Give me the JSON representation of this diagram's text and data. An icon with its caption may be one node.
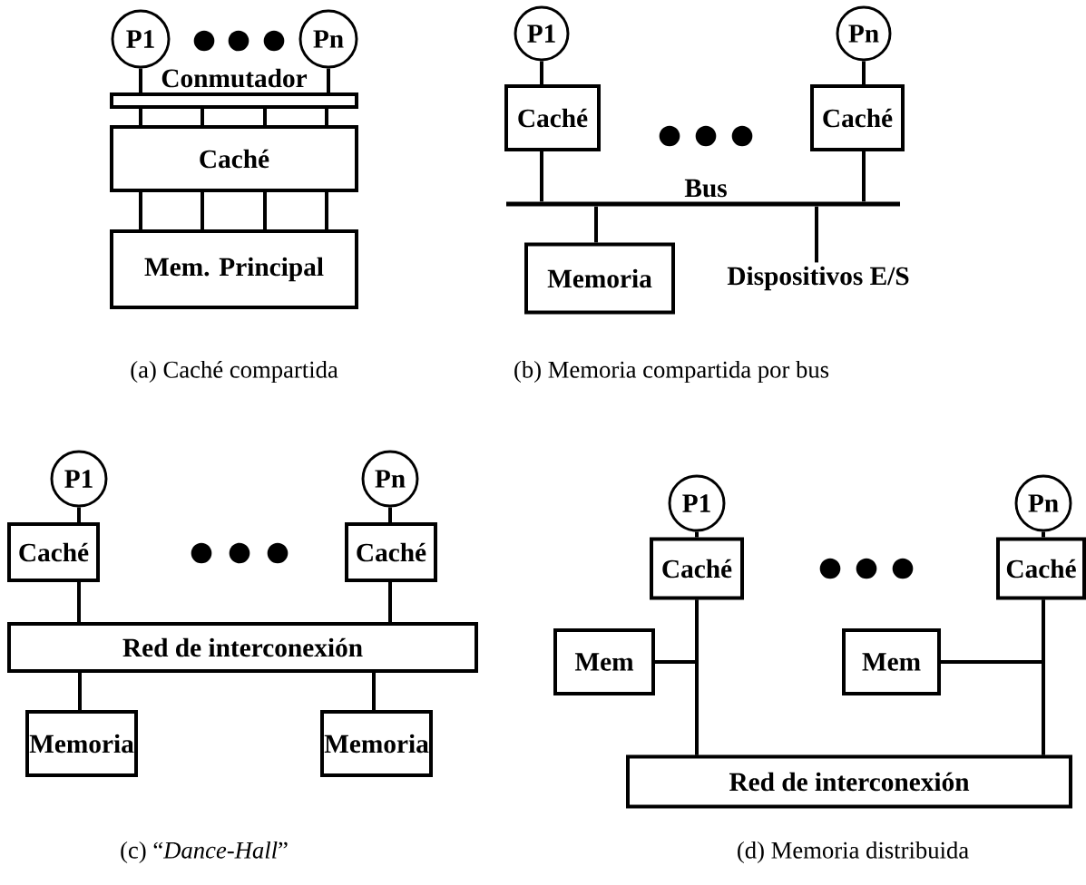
{
  "diagram": {
    "nodes": [
      {
        "text": [
          "P1"
        ]
      },
      {
        "text": [
          "Pn"
        ]
      },
      {
        "text": [
          "Conmutador"
        ]
      },
      {
        "text": [
          "Caché"
        ]
      },
      {
        "text": [
          "Mem. Principal"
        ]
      },
      {
        "text": [
          "P1"
        ]
      },
      {
        "text": [
          "Caché"
        ]
      },
      {
        "text": [
          "Pn"
        ]
      },
      {
        "text": [
          "Caché"
        ]
      },
      {
        "text": [
          "Bus"
        ]
      },
      {
        "text": [
          "Memoria"
        ]
      },
      {
        "text": [
          "Dispositivos E/S"
        ]
      },
      {
        "text": [
          "P1"
        ]
      },
      {
        "text": [
          "Caché"
        ]
      },
      {
        "text": [
          "Pn"
        ]
      },
      {
        "text": [
          "Caché"
        ]
      },
      {
        "text": [
          "Red de interconexión"
        ]
      },
      {
        "text": [
          "Memoria"
        ]
      },
      {
        "text": [
          "Memoria"
        ]
      },
      {
        "text": [
          "P1"
        ]
      },
      {
        "text": [
          "Caché"
        ]
      },
      {
        "text": [
          "Pn"
        ]
      },
      {
        "text": [
          "Caché"
        ]
      },
      {
        "text": [
          "Mem"
        ]
      },
      {
        "text": [
          "Mem"
        ]
      },
      {
        "text": [
          "Red de interconexión"
        ]
      }
    ],
    "edges": [
      {
        "from": 0,
        "to": 2,
        "arrow": "none"
      },
      {
        "from": 1,
        "to": 2,
        "arrow": "none"
      },
      {
        "from": 2,
        "to": 3,
        "arrow": "none"
      },
      {
        "from": 2,
        "to": 3,
        "arrow": "none"
      },
      {
        "from": 2,
        "to": 3,
        "arrow": "none"
      },
      {
        "from": 2,
        "to": 3,
        "arrow": "none"
      },
      {
        "from": 3,
        "to": 4,
        "arrow": "none"
      },
      {
        "from": 3,
        "to": 4,
        "arrow": "none"
      },
      {
        "from": 3,
        "to": 4,
        "arrow": "none"
      },
      {
        "from": 3,
        "to": 4,
        "arrow": "none"
      },
      {
        "from": 5,
        "to": 6,
        "arrow": "none"
      },
      {
        "from": 6,
        "to": 9,
        "arrow": "none"
      },
      {
        "from": 7,
        "to": 8,
        "arrow": "none"
      },
      {
        "from": 8,
        "to": 9,
        "arrow": "none"
      },
      {
        "from": 9,
        "to": 10,
        "arrow": "none"
      },
      {
        "from": 9,
        "to": 11,
        "arrow": "none"
      },
      {
        "from": 12,
        "to": 13,
        "arrow": "none"
      },
      {
        "from": 13,
        "to": 16,
        "arrow": "none"
      },
      {
        "from": 14,
        "to": 15,
        "arrow": "none"
      },
      {
        "from": 15,
        "to": 16,
        "arrow": "none"
      },
      {
        "from": 16,
        "to": 17,
        "arrow": "none"
      },
      {
        "from": 16,
        "to": 18,
        "arrow": "none"
      },
      {
        "from": 19,
        "to": 20,
        "arrow": "none"
      },
      {
        "from": 20,
        "to": 25,
        "arrow": "none"
      },
      {
        "from": 23,
        "to": 20,
        "arrow": "none"
      },
      {
        "from": 23,
        "to": 25,
        "arrow": "none"
      },
      {
        "from": 21,
        "to": 22,
        "arrow": "none"
      },
      {
        "from": 22,
        "to": 25,
        "arrow": "none"
      },
      {
        "from": 24,
        "to": 22,
        "arrow": "none"
      },
      {
        "from": 24,
        "to": 25,
        "arrow": "none"
      }
    ],
    "labels": [
      "(a) Caché compartida",
      "(b) Memoria compartida por bus",
      "(c) “*Dance-Hall*”",
      "(d) Memoria distribuida"
    ]
  }
}
